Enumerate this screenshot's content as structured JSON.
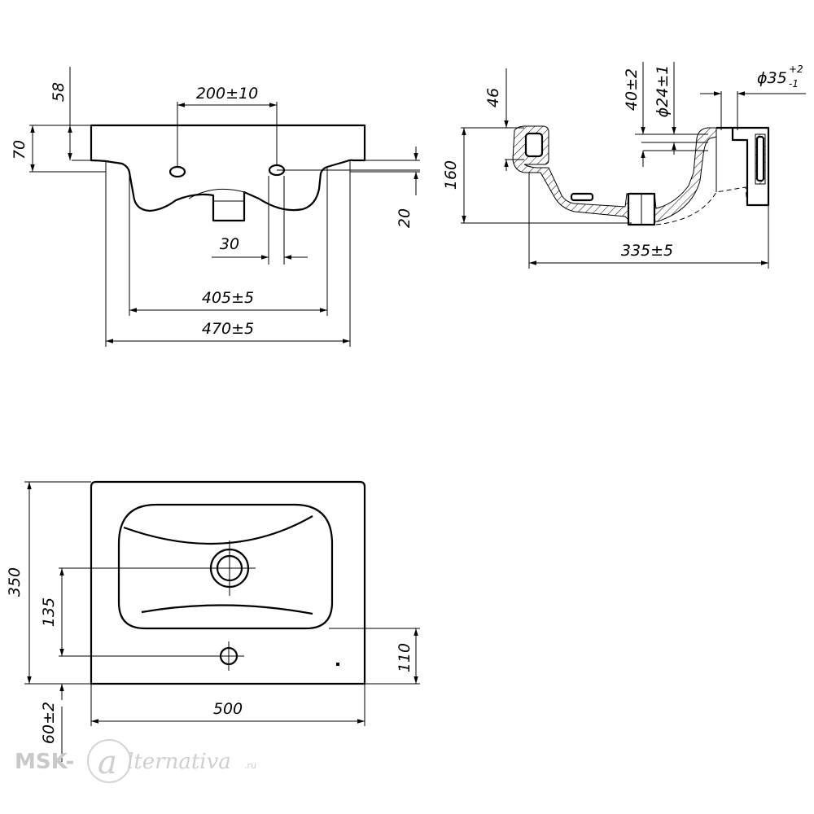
{
  "front_view": {
    "width_top": "200±10",
    "height_58": "58",
    "height_70": "70",
    "height_20": "20",
    "spacing_30": "30",
    "width_405": "405±5",
    "width_470": "470±5"
  },
  "side_view": {
    "height_46": "46",
    "height_160": "160",
    "depth_335": "335±5",
    "drain_40": "40±2",
    "drain_dia_24": "ϕ24±1",
    "overflow_dia_35": "ϕ35",
    "overflow_tol_upper": "+2",
    "overflow_tol_lower": "-1"
  },
  "top_view": {
    "depth_350": "350",
    "drain_pos_135": "135",
    "tap_hole_110": "110",
    "width_500": "500",
    "wall_60": "60±2"
  },
  "watermark": {
    "brand_left": "MSK-",
    "brand_right": "lternativa",
    "domain": ".ru"
  }
}
